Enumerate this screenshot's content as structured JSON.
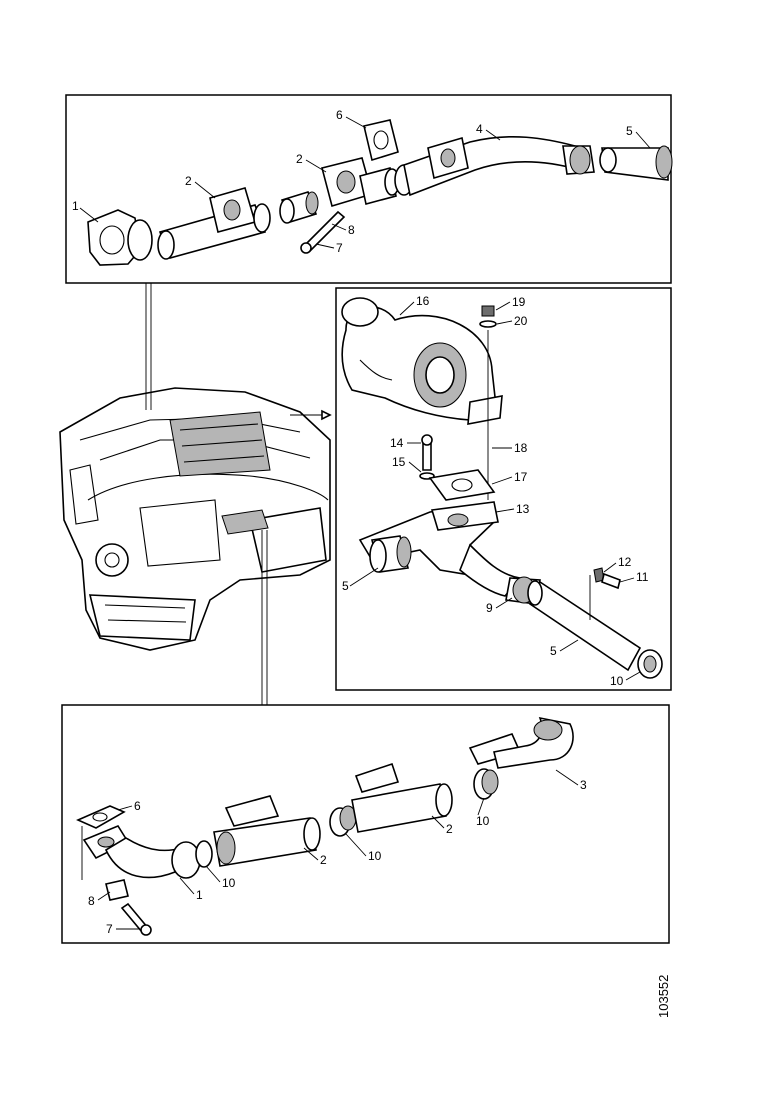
{
  "callouts": {
    "top": {
      "c1": "1",
      "c2a": "2",
      "c2b": "2",
      "c6": "6",
      "c4": "4",
      "c5": "5",
      "c8": "8",
      "c7": "7"
    },
    "right": {
      "c16": "16",
      "c19": "19",
      "c20": "20",
      "c14": "14",
      "c15": "15",
      "c18": "18",
      "c17": "17",
      "c13": "13",
      "c5a": "5",
      "c12": "12",
      "c11": "11",
      "c9": "9",
      "c5b": "5",
      "c10": "10"
    },
    "bottom": {
      "c6": "6",
      "c8": "8",
      "c7": "7",
      "c1": "1",
      "c10a": "10",
      "c2a": "2",
      "c10b": "10",
      "c2b": "2",
      "c10c": "10",
      "c3": "3"
    }
  },
  "document_number": "103552"
}
